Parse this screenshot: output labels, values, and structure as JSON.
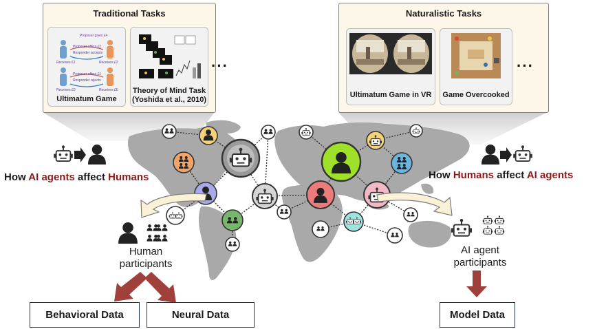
{
  "traditional": {
    "title": "Traditional Tasks",
    "items": [
      {
        "label": "Ultimatum Game"
      },
      {
        "label_line1": "Theory of Mind Task",
        "label_line2": "(Yoshida et al., 2010)"
      }
    ],
    "ultimatum_diagram": {
      "top_text": "Proposer gives £4",
      "offer_accept": "Proposer offers £2",
      "responder_accepts": "Responder accepts",
      "offer_reject": "Proposer offers £1",
      "responder_rejects": "Responder rejects",
      "receives_left_1": "Receives £2",
      "receives_right_1": "Receives £2",
      "receives_left_2": "Receives £0",
      "receives_right_2": "Receives £0"
    },
    "more": "···"
  },
  "naturalistic": {
    "title": "Naturalistic Tasks",
    "items": [
      {
        "label": "Ultimatum Game in VR"
      },
      {
        "label": "Game Overcooked"
      }
    ],
    "more": "···"
  },
  "left_caption": {
    "part1": "How ",
    "part2": "AI agents",
    "part3": " affect ",
    "part4": "Humans"
  },
  "right_caption": {
    "part1": "How ",
    "part2": "Humans",
    "part3": " affect ",
    "part4": "AI agents"
  },
  "human_participants": {
    "line1": "Human",
    "line2": "participants"
  },
  "ai_participants": {
    "line1": "AI agent",
    "line2": "participants"
  },
  "outputs": {
    "behavioral": "Behavioral Data",
    "neural": "Neural Data",
    "model": "Model Data"
  },
  "colors": {
    "accent_red": "#8b1a1a",
    "arrow_red": "#a0403a",
    "map_gray": "#a9a9a9",
    "panel_bg": "#fdf7ea",
    "node_yellow": "#f3d27a",
    "node_purple": "#a9a8e8",
    "node_green": "#78b66d",
    "node_lime": "#9fe02b",
    "node_red": "#ec7b7b",
    "node_pink": "#f2b8c6",
    "node_blue": "#69b5de",
    "node_cyan": "#9fe2e0",
    "node_orange": "#f0a36a"
  }
}
